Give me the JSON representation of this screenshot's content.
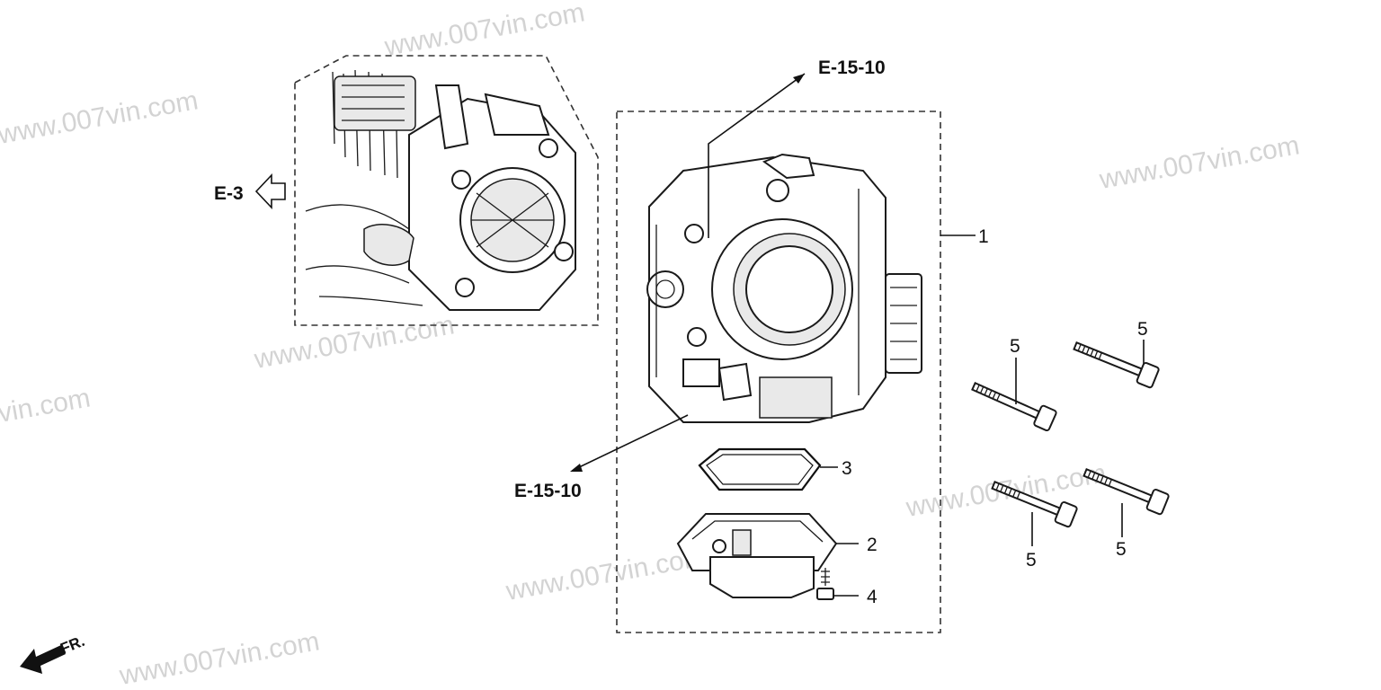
{
  "watermark": "www.007vin.com",
  "watermark_partial": "vin.com",
  "references": {
    "e3": "E-3",
    "e15_top": "E-15-10",
    "e15_bottom": "E-15-10"
  },
  "callouts": {
    "throttle_body": "1",
    "cover": "2",
    "gasket": "3",
    "screw": "4",
    "bolt": "5"
  },
  "front_indicator": "FR.",
  "colors": {
    "line": "#111111",
    "watermark": "#c9c9c9",
    "background": "#ffffff"
  }
}
